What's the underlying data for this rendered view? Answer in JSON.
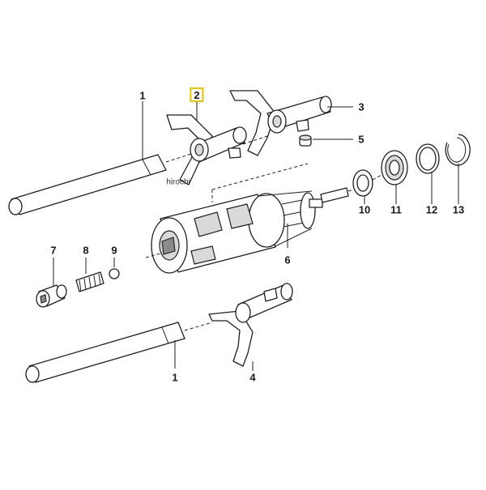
{
  "watermark": "hirochi",
  "highlight_color": "#e8c400",
  "callouts": {
    "rod_upper": "1",
    "fork_front": "2",
    "fork_rear": "3",
    "fork_lower": "4",
    "pin": "5",
    "shift_drum": "6",
    "screw": "7",
    "spring": "8",
    "ball": "9",
    "thrust_washer": "10",
    "bearing": "11",
    "shim": "12",
    "circlip": "13",
    "rod_lower": "1"
  }
}
